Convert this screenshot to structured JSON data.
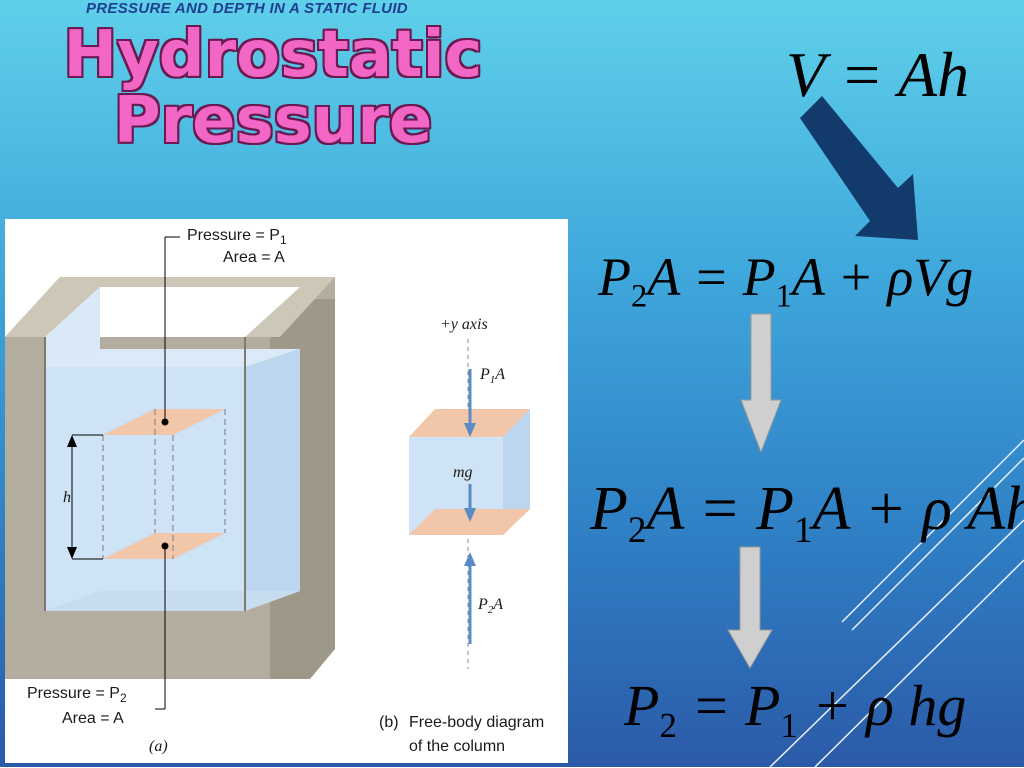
{
  "slide": {
    "kicker": "PRESSURE AND DEPTH IN A STATIC FLUID",
    "title_line1": "Hydrostatic",
    "title_line2": "Pressure"
  },
  "equations": {
    "eq1": "V = Ah",
    "eq2": {
      "lhs_P": "P",
      "lhs_sub": "2",
      "lhs_rest": "A = ",
      "rhs_P": "P",
      "rhs_sub": "1",
      "rhs_rest": "A + ",
      "rho": "ρ",
      "tail": "Vg"
    },
    "eq3": {
      "lhs_P": "P",
      "lhs_sub": "2",
      "lhs_rest": "A = ",
      "rhs_P": "P",
      "rhs_sub": "1",
      "rhs_rest": "A + ",
      "rho": "ρ",
      "tail": " Ahg"
    },
    "eq4": {
      "lhs_P": "P",
      "lhs_sub": "2",
      "lhs_rest": " = ",
      "rhs_P": "P",
      "rhs_sub": "1",
      "rhs_rest": " + ",
      "rho": "ρ",
      "tail": " hg"
    }
  },
  "figure": {
    "top_pressure": "Pressure = P",
    "top_pressure_sub": "1",
    "top_area": "Area = A",
    "bottom_pressure": "Pressure = P",
    "bottom_pressure_sub": "2",
    "bottom_area": "Area = A",
    "h_label": "h",
    "part_a": "(a)",
    "part_b": "(b)",
    "caption_line1": "Free-body diagram",
    "caption_line2": "of the column",
    "axis_label": "+y axis",
    "force_top": "P",
    "force_top_sub": "1",
    "force_top_tail": "A",
    "force_mid": "mg",
    "force_bottom": "P",
    "force_bottom_sub": "2",
    "force_bottom_tail": "A"
  },
  "colors": {
    "title_fill": "#f266c5",
    "dark_arrow": "#123a6a",
    "gray_arrow": "#cfcfcf"
  }
}
